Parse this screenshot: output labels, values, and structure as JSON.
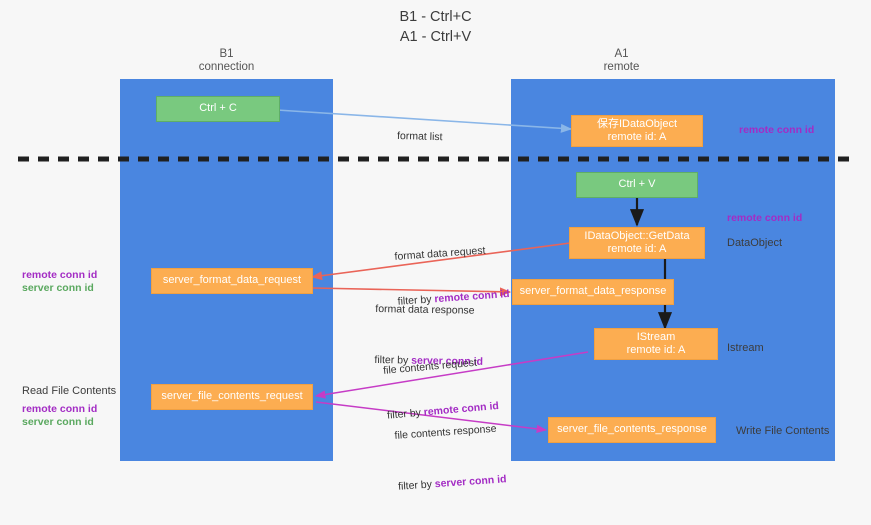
{
  "title": "B1 - Ctrl+C\nA1 - Ctrl+V",
  "columns": [
    {
      "name": "b1",
      "label": "B1\nconnection"
    },
    {
      "name": "a1",
      "label": "A1\nremote"
    }
  ],
  "boxes": [
    {
      "id": "ctrl-c",
      "label": "Ctrl + C",
      "color": "green"
    },
    {
      "id": "save-idataobject",
      "label": "保存IDataObject\nremote id: A",
      "color": "orange"
    },
    {
      "id": "ctrl-v",
      "label": "Ctrl + V",
      "color": "green"
    },
    {
      "id": "idataobject-getdata",
      "label": "IDataObject::GetData\nremote id: A",
      "color": "orange"
    },
    {
      "id": "server-format-data-request",
      "label": "server_format_data_request",
      "color": "orange"
    },
    {
      "id": "server-format-data-response",
      "label": "server_format_data_response",
      "color": "orange"
    },
    {
      "id": "istream",
      "label": "IStream\nremote id: A",
      "color": "orange"
    },
    {
      "id": "server-file-contents-request",
      "label": "server_file_contents_request",
      "color": "orange"
    },
    {
      "id": "server-file-contents-response",
      "label": "server_file_contents_response",
      "color": "orange"
    }
  ],
  "edge_labels": {
    "format_list": {
      "line1": "format list",
      "line2": "",
      "line2_hl": ""
    },
    "format_data_request": {
      "line1": "format data request",
      "line2": "filter by ",
      "line2_hl": "remote conn id"
    },
    "format_data_response": {
      "line1": "format data response",
      "line2": "filter by ",
      "line2_hl": "server conn id"
    },
    "file_contents_request": {
      "line1": "file contents request",
      "line2": "filter by ",
      "line2_hl": "remote conn id"
    },
    "file_contents_response": {
      "line1": "file contents response",
      "line2": "filter by ",
      "line2_hl": "server conn id"
    }
  },
  "annotations": {
    "right_remote_top": "remote conn id",
    "right_remote_mid": "remote conn id",
    "right_dataobject": "DataObject",
    "right_istream": "Istream",
    "right_write_file": "Write File Contents",
    "left_remote_conn": "remote conn id",
    "left_server_conn": "server conn id",
    "left_read_file": "Read File Contents",
    "left_remote_conn2": "remote conn id",
    "left_server_conn2": "server conn id"
  },
  "colors": {
    "lane": "#4a86e0",
    "green_box": "#79c97f",
    "orange_box": "#fcad51",
    "purple": "#a32cc4",
    "green_text": "#5aa85f",
    "arrow_blue": "#8ab6e8",
    "arrow_red": "#ea6458",
    "arrow_magenta": "#c63cc6",
    "arrow_black": "#1a1a1a",
    "divider": "#202020",
    "background": "#f7f7f7"
  }
}
